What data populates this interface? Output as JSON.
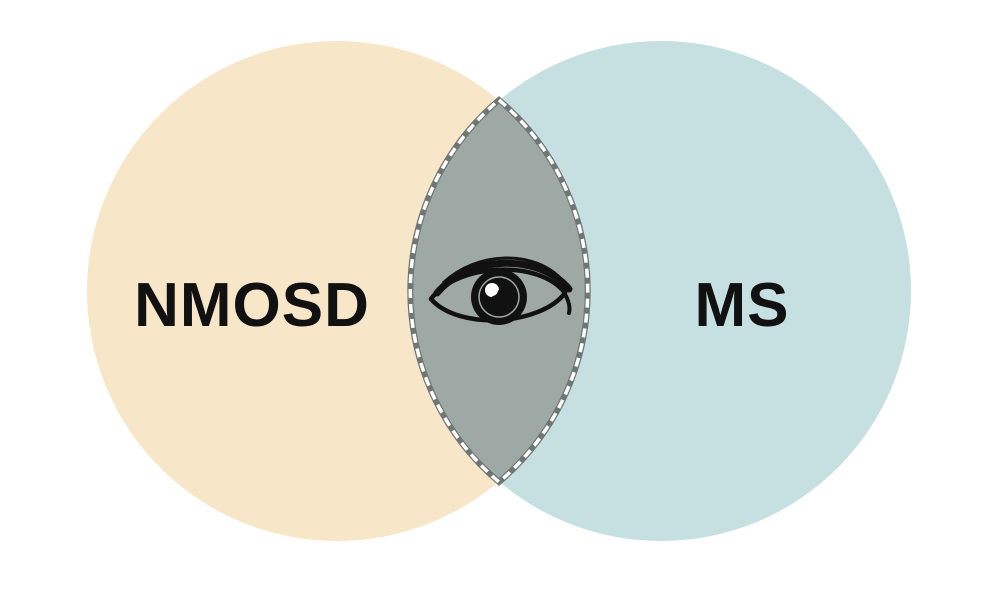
{
  "diagram": {
    "type": "venn",
    "sets": [
      {
        "label": "NMOSD",
        "color": "#f8e6c8"
      },
      {
        "label": "MS",
        "color": "#c6e0e1"
      }
    ],
    "overlap": {
      "color": "#9ea8a4",
      "border": "dashed-white-on-grey",
      "icon": "eye-icon"
    }
  }
}
